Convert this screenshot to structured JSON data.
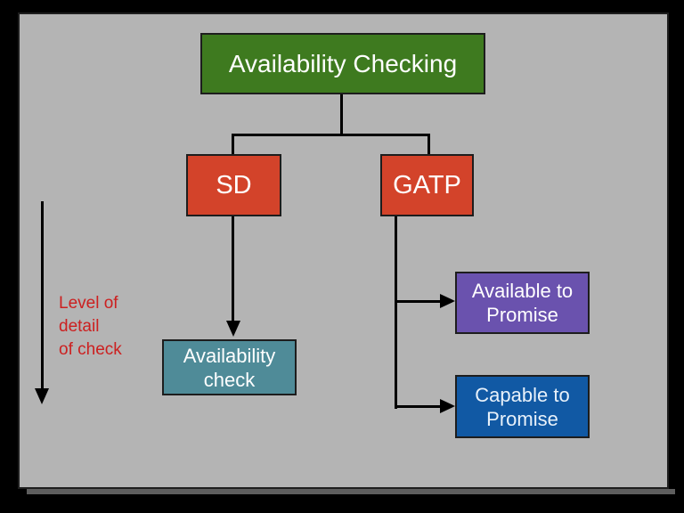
{
  "page": {
    "background": "#000000"
  },
  "slide": {
    "background": "#b4b4b4",
    "border_color": "#1e1e1e",
    "shadow_color": "#5e5e5e"
  },
  "diagram": {
    "connector_color": "#000000",
    "root": {
      "label": "Availability Checking",
      "fill": "#3e7a1f",
      "text_color": "#ffffff"
    },
    "branches": [
      {
        "label": "SD",
        "fill": "#d3432a",
        "text_color": "#ffffff"
      },
      {
        "label": "GATP",
        "fill": "#d3432a",
        "text_color": "#ffffff"
      }
    ],
    "leaves": [
      {
        "label": "Availability check",
        "fill": "#4f8b98",
        "text_color": "#ffffff"
      },
      {
        "label": "Available to Promise",
        "fill": "#6a52ae",
        "text_color": "#ffffff"
      },
      {
        "label": "Capable to Promise",
        "fill": "#1159a4",
        "text_color": "#e8f1fa"
      }
    ],
    "annotation": {
      "color": "#cc2020",
      "lines": [
        "Level of",
        "detail",
        "of check"
      ]
    }
  }
}
